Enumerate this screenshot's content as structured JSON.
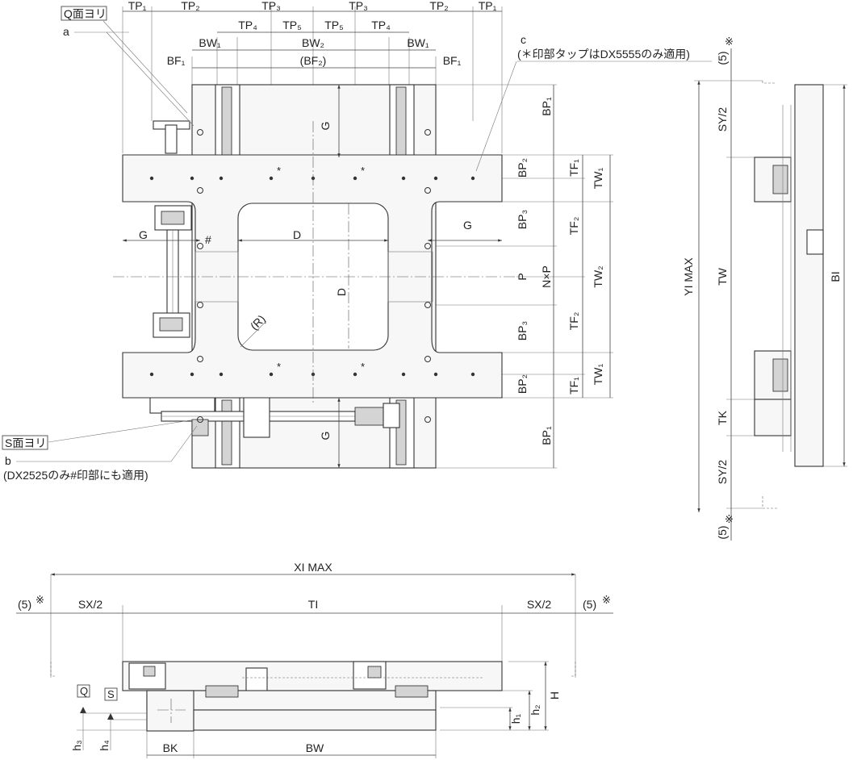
{
  "top_view": {
    "tp_labels": [
      "TP₁",
      "TP₂",
      "TP₃",
      "TP₃",
      "TP₂",
      "TP₁"
    ],
    "tp_inner_labels": [
      "TP₄",
      "TP₅",
      "TP₅",
      "TP₄"
    ],
    "bw_labels": [
      "BW₁",
      "BW₂",
      "BW₁"
    ],
    "bf_labels": [
      "BF₁",
      "(BF₂)",
      "BF₁"
    ],
    "g_label": "G",
    "d_label": "D",
    "r_label": "(R)",
    "hash_mark": "#",
    "asterisk": "*",
    "q_reference": "Q面ヨリ",
    "s_reference": "S面ヨリ",
    "note_a": "a",
    "note_b": "b",
    "note_b_text": "(DX2525のみ#印部にも適用)",
    "note_c": "c",
    "note_c_text": "(＊印部タップはDX5555のみ適用)",
    "right_labels": [
      "BP₁",
      "BP₂",
      "BP₃",
      "P",
      "BP₃",
      "BP₂",
      "BP₁"
    ],
    "tf_labels": [
      "TF₁",
      "TF₂",
      "TF₂",
      "TF₁"
    ],
    "tw_labels": [
      "TW₁",
      "TW₂",
      "TW₁"
    ],
    "nxp_label": "N×P"
  },
  "side_view": {
    "five_label": "(5)",
    "note_mark": "※",
    "sy_half_label": "SY/2",
    "yi_max_label": "YI MAX",
    "tw_label": "TW",
    "tk_label": "TK",
    "bi_label": "BI"
  },
  "front_view": {
    "xi_max_label": "XI MAX",
    "five_label": "(5)",
    "note_mark": "※",
    "sx_half_label": "SX/2",
    "ti_label": "TI",
    "q_label": "Q",
    "s_label": "S",
    "h_label": "H",
    "h1_label": "h₁",
    "h2_label": "h₂",
    "h3_label": "h₃",
    "h4_label": "h₄",
    "bk_label": "BK",
    "bw_label": "BW"
  }
}
